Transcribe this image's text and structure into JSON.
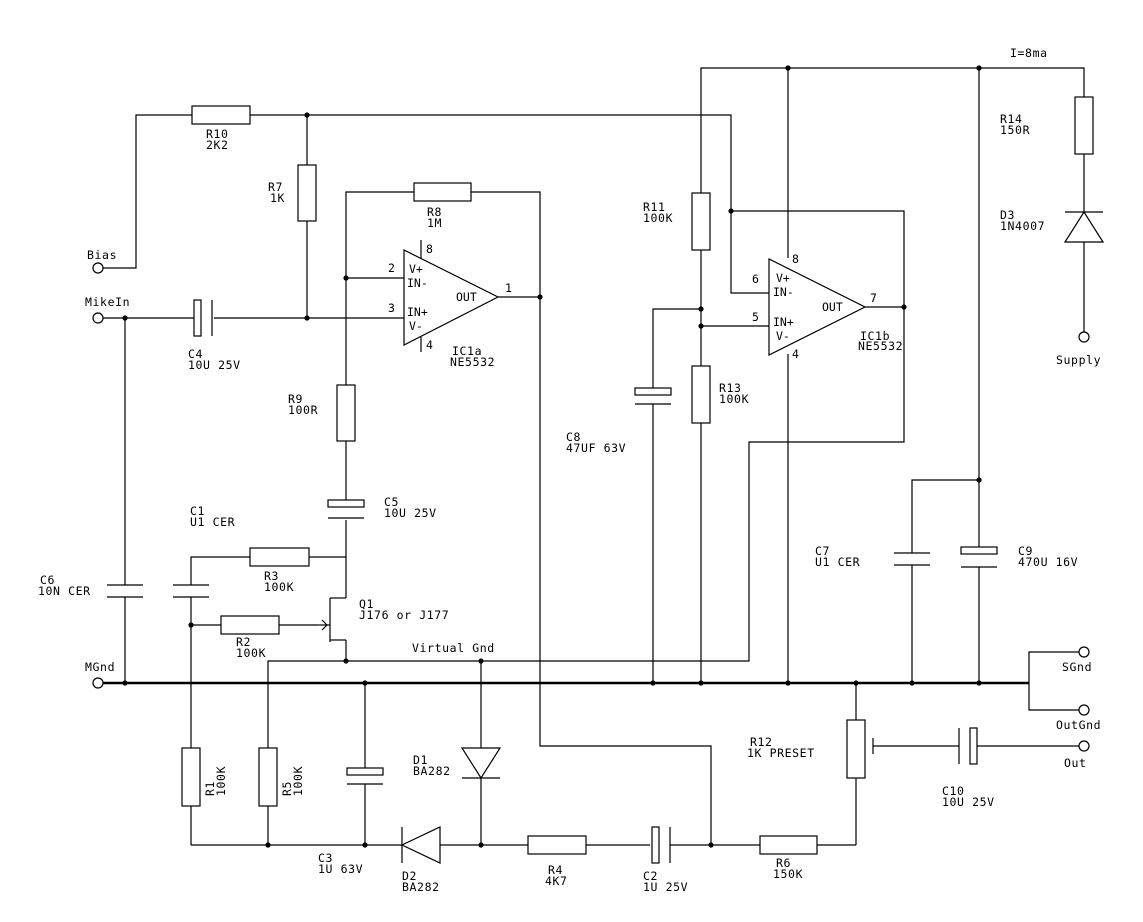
{
  "terminals": {
    "bias": "Bias",
    "mikein": "MikeIn",
    "mgnd": "MGnd",
    "sgnd": "SGnd",
    "outgnd": "OutGnd",
    "out": "Out",
    "supply": "Supply"
  },
  "net_labels": {
    "current": "I=8ma",
    "virtual_gnd": "Virtual Gnd"
  },
  "components": {
    "R10": {
      "ref": "R10",
      "value": "2K2"
    },
    "R7": {
      "ref": "R7",
      "value": "1K"
    },
    "R8": {
      "ref": "R8",
      "value": "1M"
    },
    "R9": {
      "ref": "R9",
      "value": "100R"
    },
    "R3": {
      "ref": "R3",
      "value": "100K"
    },
    "R2": {
      "ref": "R2",
      "value": "100K"
    },
    "R1": {
      "ref": "R1",
      "value": "100K"
    },
    "R5": {
      "ref": "R5",
      "value": "100K"
    },
    "R4": {
      "ref": "R4",
      "value": "4K7"
    },
    "R6": {
      "ref": "R6",
      "value": "150K"
    },
    "R11": {
      "ref": "R11",
      "value": "100K"
    },
    "R13": {
      "ref": "R13",
      "value": "100K"
    },
    "R14": {
      "ref": "R14",
      "value": "150R"
    },
    "R12": {
      "ref": "R12",
      "value": "1K PRESET"
    },
    "C1": {
      "ref": "C1",
      "value": "U1 CER"
    },
    "C2": {
      "ref": "C2",
      "value": "1U 25V"
    },
    "C3": {
      "ref": "C3",
      "value": "1U 63V"
    },
    "C4": {
      "ref": "C4",
      "value": "10U 25V"
    },
    "C5": {
      "ref": "C5",
      "value": "10U 25V"
    },
    "C6": {
      "ref": "C6",
      "value": "10N CER"
    },
    "C7": {
      "ref": "C7",
      "value": "U1 CER"
    },
    "C8": {
      "ref": "C8",
      "value": "47UF 63V"
    },
    "C9": {
      "ref": "C9",
      "value": "470U 16V"
    },
    "C10": {
      "ref": "C10",
      "value": "10U 25V"
    },
    "D1": {
      "ref": "D1",
      "value": "BA282"
    },
    "D2": {
      "ref": "D2",
      "value": "BA282"
    },
    "D3": {
      "ref": "D3",
      "value": "1N4007"
    },
    "Q1": {
      "ref": "Q1",
      "value": "J176 or J177"
    },
    "IC1a": {
      "ref": "IC1a",
      "value": "NE5532"
    },
    "IC1b": {
      "ref": "IC1b",
      "value": "NE5532"
    }
  },
  "opamp_pins": {
    "vplus": "V+",
    "inminus": "IN-",
    "inplus": "IN+",
    "vminus": "V-",
    "out": "OUT",
    "a_p8": "8",
    "a_p2": "2",
    "a_p3": "3",
    "a_p4": "4",
    "a_p1": "1",
    "b_p8": "8",
    "b_p6": "6",
    "b_p5": "5",
    "b_p4": "4",
    "b_p7": "7"
  }
}
